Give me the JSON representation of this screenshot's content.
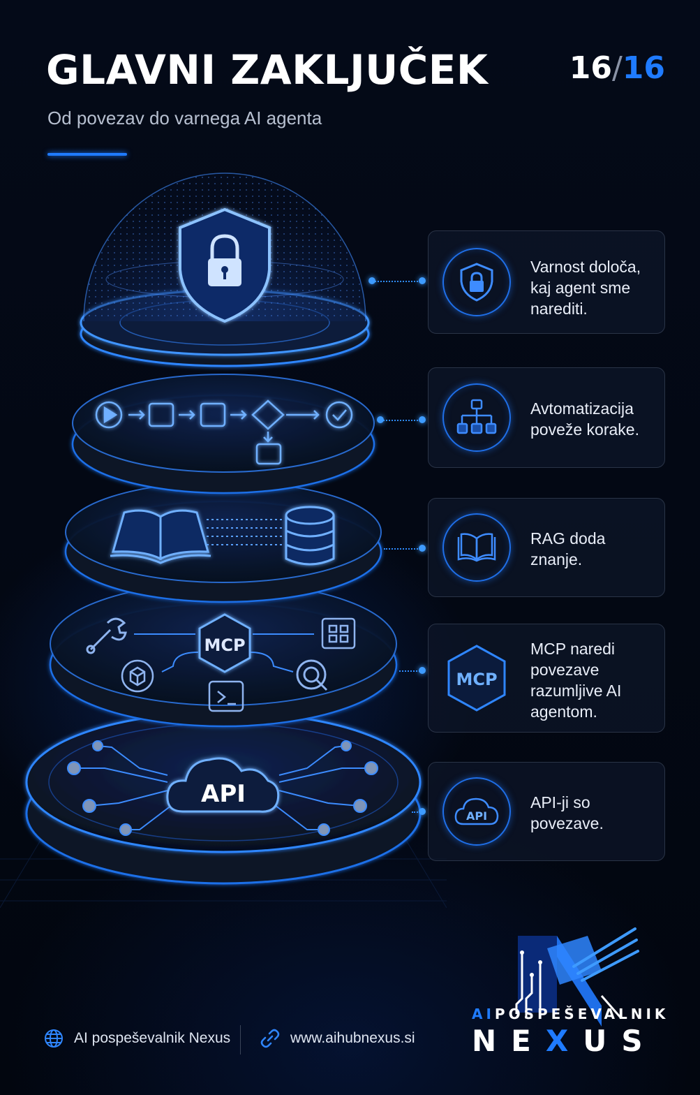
{
  "header": {
    "title": "GLAVNI ZAKLJUČEK",
    "page_current": "16",
    "page_separator": "/",
    "page_total": "16",
    "subtitle": "Od povezav do varnega AI agenta"
  },
  "colors": {
    "accent": "#1f7bff",
    "background": "#030814",
    "text": "#ffffff"
  },
  "layers": [
    {
      "name": "security",
      "icon": "shield-lock-icon"
    },
    {
      "name": "automation",
      "icon": "workflow-icon"
    },
    {
      "name": "rag",
      "icon": "book-database-icon"
    },
    {
      "name": "mcp",
      "icon": "mcp-hub-icon",
      "label": "MCP"
    },
    {
      "name": "api",
      "icon": "api-cloud-icon",
      "label": "API"
    }
  ],
  "cards": [
    {
      "icon": "shield-lock-icon",
      "text": "Varnost določa, kaj agent sme narediti."
    },
    {
      "icon": "hierarchy-icon",
      "text": "Avtomatizacija poveže korake."
    },
    {
      "icon": "book-icon",
      "text": "RAG doda znanje."
    },
    {
      "icon": "mcp-hexagon-icon",
      "label": "MCP",
      "text": "MCP naredi povezave razumljive AI agentom."
    },
    {
      "icon": "api-cloud-icon",
      "label": "API",
      "text": "API-ji so povezave."
    }
  ],
  "footer": {
    "brand_name": "AI pospeševalnik Nexus",
    "website": "www.aihubnexus.si"
  },
  "logo": {
    "line1_prefix": "AI",
    "line1_rest": "POSPEŠEVALNIK",
    "line2_part1": "NE",
    "line2_x": "X",
    "line2_part2": "US"
  }
}
